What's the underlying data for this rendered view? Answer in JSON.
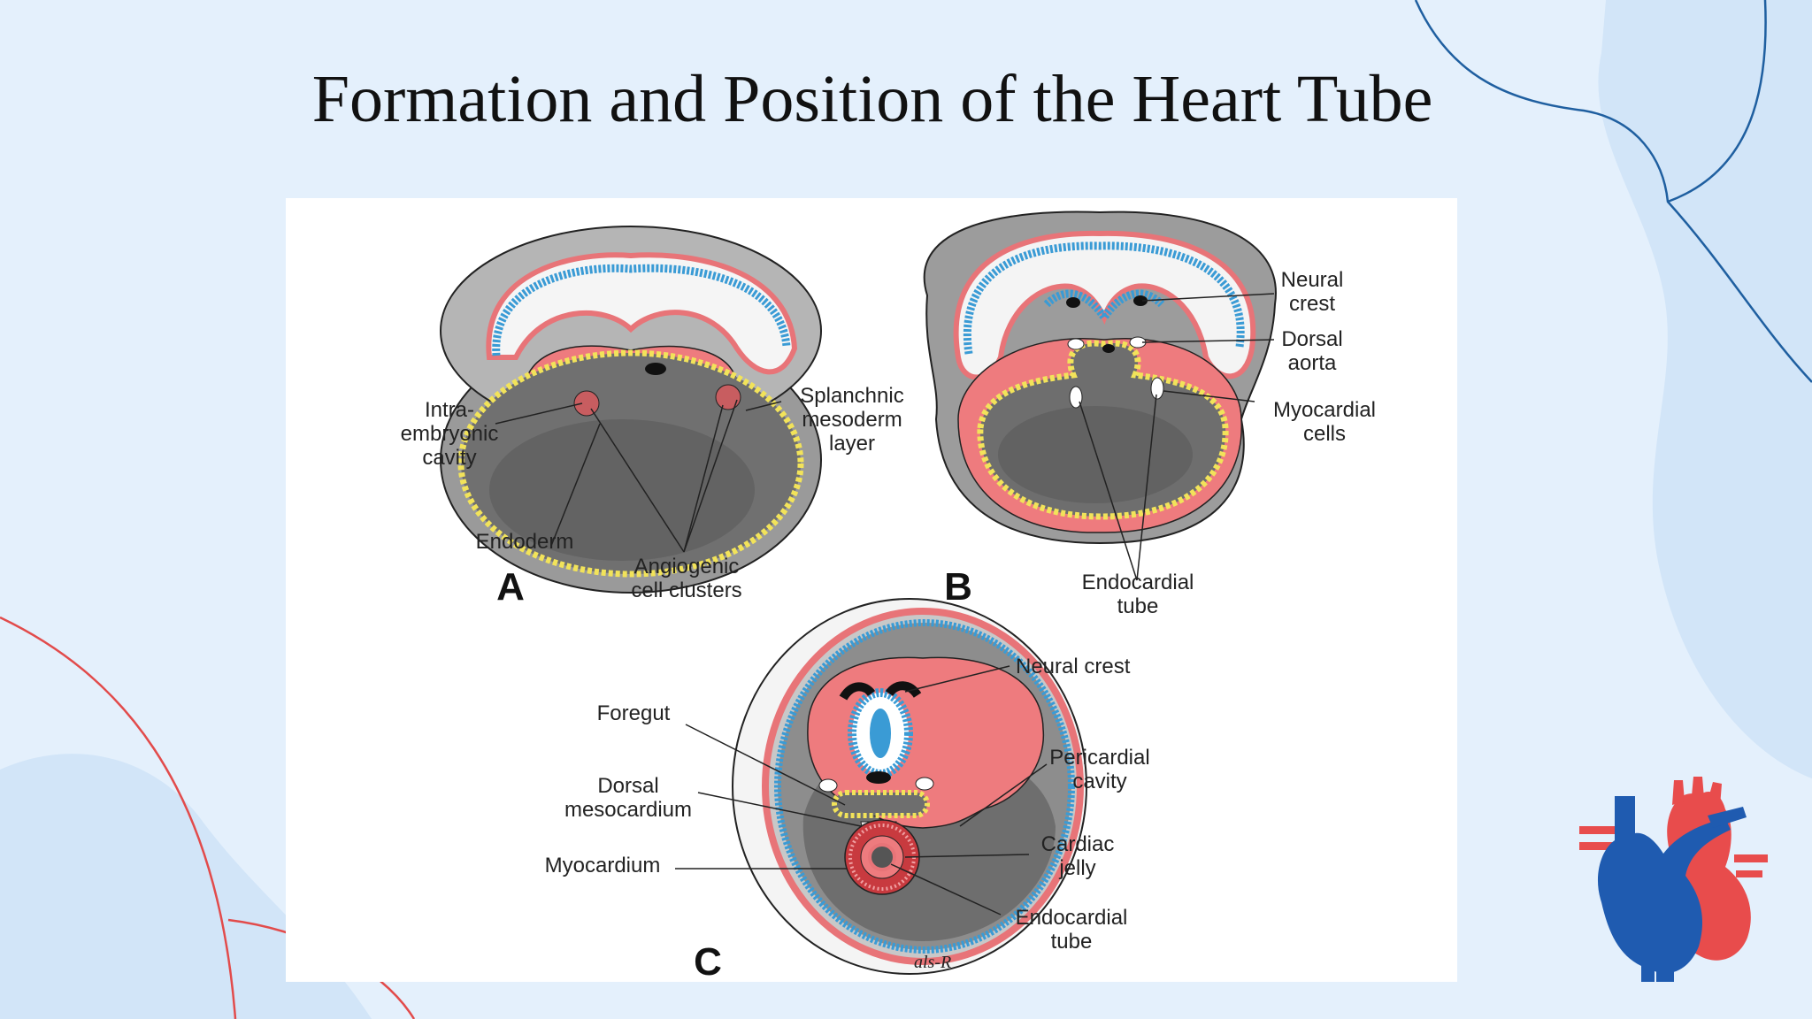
{
  "slide": {
    "title": "Formation and Position of the Heart Tube"
  },
  "colors": {
    "background": "#e4f0fc",
    "blob": "#d2e5f8",
    "accent_blue": "#1f5fa0",
    "accent_red": "#e24b4b",
    "ectoderm_blue": "#3a9bd5",
    "mesoderm_pink": "#ee7b7e",
    "endoderm_yellow": "#f2e35a",
    "heart_blue": "#1f5bb0",
    "heart_red": "#e84c4c"
  },
  "diagram": {
    "panel_a": {
      "letter": "A",
      "labels": {
        "intra_1": "Intra-",
        "intra_2": "embryonic",
        "intra_3": "cavity",
        "splanchnic_1": "Splanchnic",
        "splanchnic_2": "mesoderm",
        "splanchnic_3": "layer",
        "endoderm": "Endoderm",
        "angio_1": "Angiogenic",
        "angio_2": "cell clusters"
      }
    },
    "panel_b": {
      "letter": "B",
      "labels": {
        "neural_1": "Neural",
        "neural_2": "crest",
        "dorsal_1": "Dorsal",
        "dorsal_2": "aorta",
        "myo_1": "Myocardial",
        "myo_2": "cells",
        "endo_1": "Endocardial",
        "endo_2": "tube"
      }
    },
    "panel_c": {
      "letter": "C",
      "labels": {
        "neural_crest": "Neural crest",
        "foregut": "Foregut",
        "dorsal_1": "Dorsal",
        "dorsal_2": "mesocardium",
        "pericardial_1": "Pericardial",
        "pericardial_2": "cavity",
        "myocardium": "Myocardium",
        "cardiac_1": "Cardiac",
        "cardiac_2": "jelly",
        "endo_1": "Endocardial",
        "endo_2": "tube"
      }
    },
    "signature": "als-R"
  },
  "icons": {
    "decor": "heart-anatomy-icon"
  }
}
